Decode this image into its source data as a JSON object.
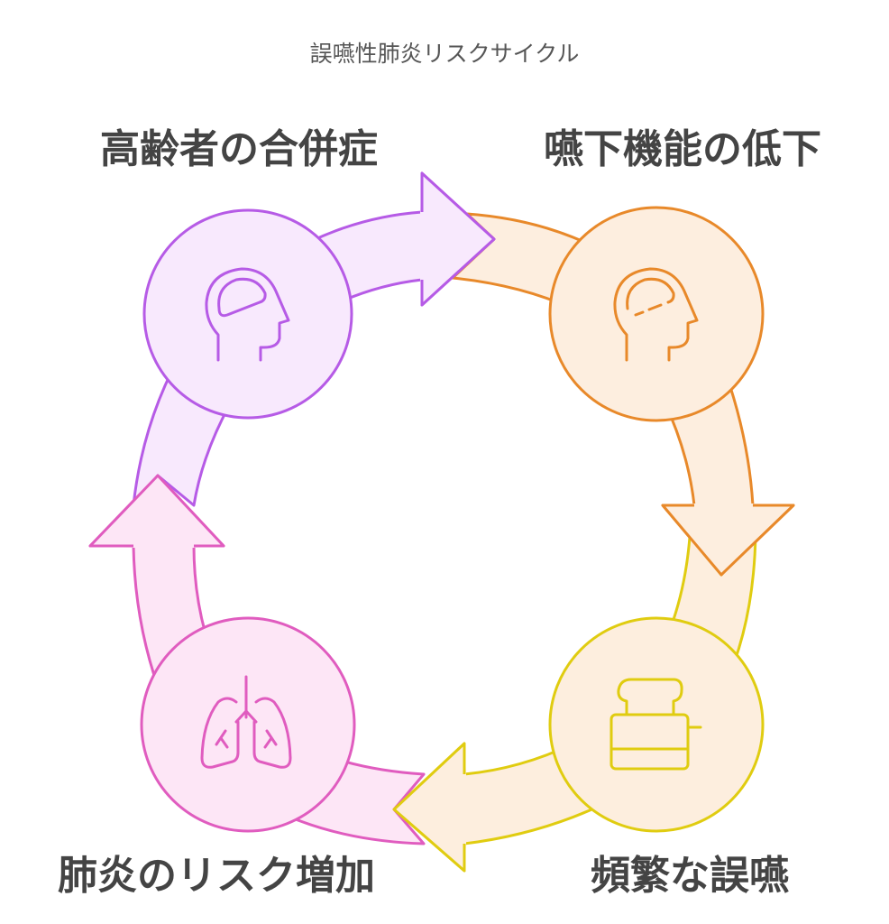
{
  "title": "誤嚥性肺炎リスクサイクル",
  "steps": [
    {
      "label": "高齢者の合併症",
      "icon": "head-brain-icon",
      "stroke": "#b65be6",
      "fill": "#f8e9fd"
    },
    {
      "label": "嚥下機能の低下",
      "icon": "head-brain-dashed-icon",
      "stroke": "#e8892a",
      "fill": "#fdeedf"
    },
    {
      "label": "頻繁な誤嚥",
      "icon": "toaster-icon",
      "stroke": "#e0cc10",
      "fill": "#fdeede"
    },
    {
      "label": "肺炎のリスク増加",
      "icon": "lungs-icon",
      "stroke": "#e05cbf",
      "fill": "#fde6f6"
    }
  ]
}
